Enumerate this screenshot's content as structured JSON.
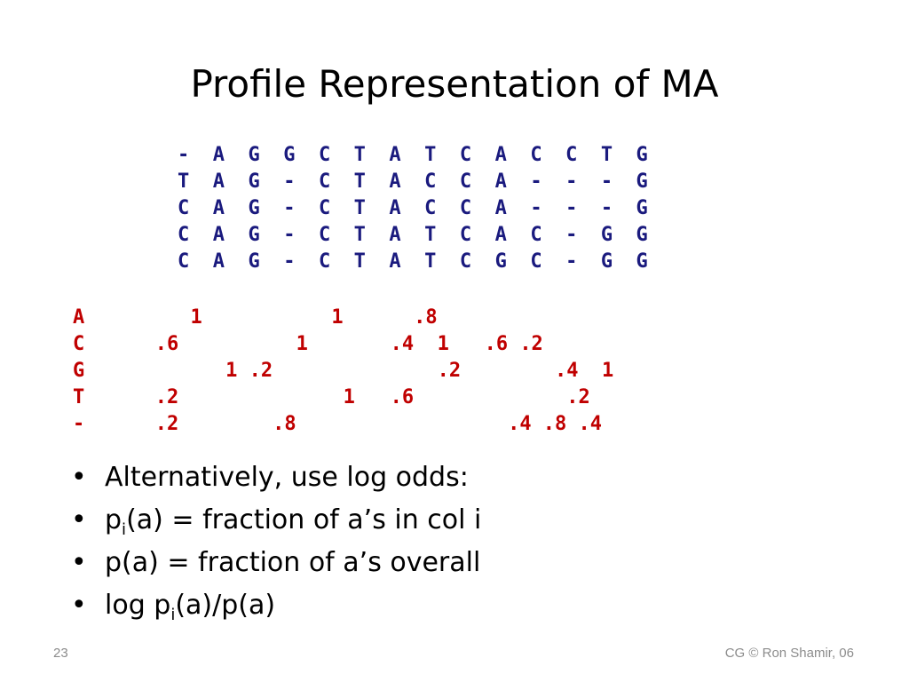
{
  "slide": {
    "title": "Profile Representation of MA",
    "alignment_rows": [
      "-  A  G  G  C  T  A  T  C  A  C  C  T  G",
      "T  A  G  -  C  T  A  C  C  A  -  -  -  G",
      "C  A  G  -  C  T  A  C  C  A  -  -  -  G",
      "C  A  G  -  C  T  A  T  C  A  C  -  G  G",
      "C  A  G  -  C  T  A  T  C  G  C  -  G  G"
    ],
    "profile_rows": [
      "A         1           1      .8",
      "C      .6          1       .4  1   .6 .2",
      "G            1 .2              .2        .4  1",
      "T      .2              1   .6             .2",
      "-      .2        .8                  .4 .8 .4"
    ],
    "bullets": [
      {
        "text": "Alternatively, use log odds:"
      },
      {
        "pre": "p",
        "sub": "i",
        "post": "(a) = fraction of a’s in col i"
      },
      {
        "text": "p(a) = fraction of a’s overall"
      },
      {
        "pre": "log p",
        "sub": "i",
        "post": "(a)/p(a)"
      }
    ],
    "bullet_glyph": "•",
    "slide_number": "23",
    "footer": "CG © Ron Shamir, 06"
  }
}
